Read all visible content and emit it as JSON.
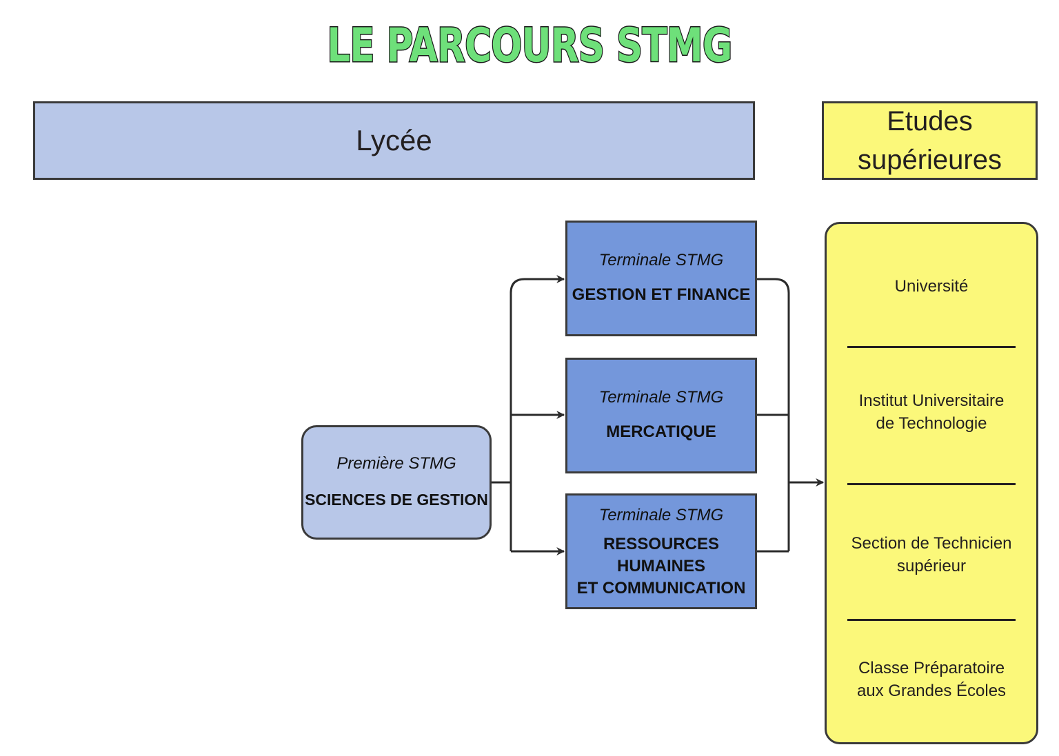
{
  "title": "LE PARCOURS STMG",
  "lycee_label": "Lycée",
  "etudes_label": "Etudes\nsupérieures",
  "premiere": {
    "sub": "Première STMG",
    "main": "SCIENCES DE GESTION"
  },
  "terminales": [
    {
      "sub": "Terminale STMG",
      "main": "GESTION ET FINANCE"
    },
    {
      "sub": "Terminale STMG",
      "main": "MERCATIQUE"
    },
    {
      "sub": "Terminale STMG",
      "main": "RESSOURCES\nHUMAINES\nET COMMUNICATION"
    }
  ],
  "etudes": [
    "Université",
    "Institut Universitaire\nde Technologie",
    "Section de Technicien\nsupérieur",
    "Classe Préparatoire\naux Grandes Écoles"
  ],
  "colors": {
    "title_fill": "#6ee07a",
    "lycee": "#b8c7e8",
    "terminale": "#7497db",
    "etudes": "#fbf87a",
    "stroke": "#3a3a3a"
  }
}
